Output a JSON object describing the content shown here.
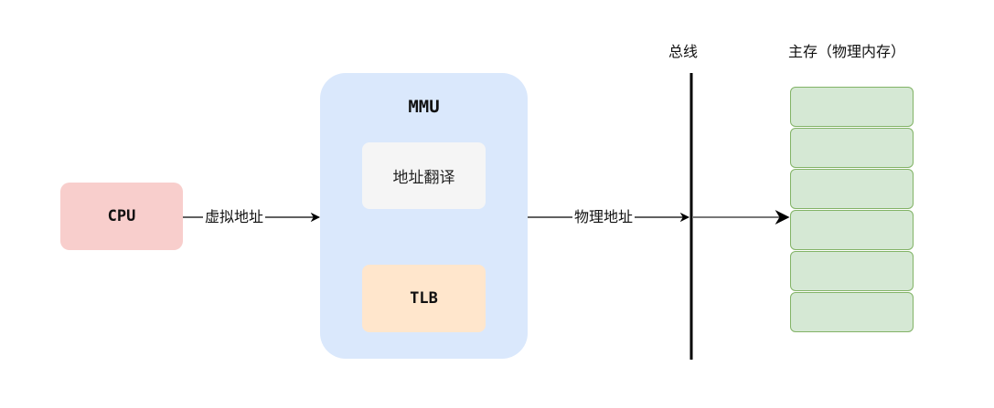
{
  "nodes": {
    "cpu": "CPU",
    "mmu": "MMU",
    "translate": "地址翻译",
    "tlb": "TLB",
    "bus": "总线",
    "memory": "主存（物理内存）"
  },
  "edges": {
    "virtual_address": "虚拟地址",
    "physical_address": "物理地址"
  },
  "colors": {
    "cpu_fill": "#f8cecc",
    "mmu_fill": "#dae8fc",
    "translate_fill": "#f5f5f5",
    "tlb_fill": "#ffe6cc",
    "memory_fill": "#d5e8d4",
    "memory_stroke": "#82b366"
  },
  "memory_cell_count": 6
}
